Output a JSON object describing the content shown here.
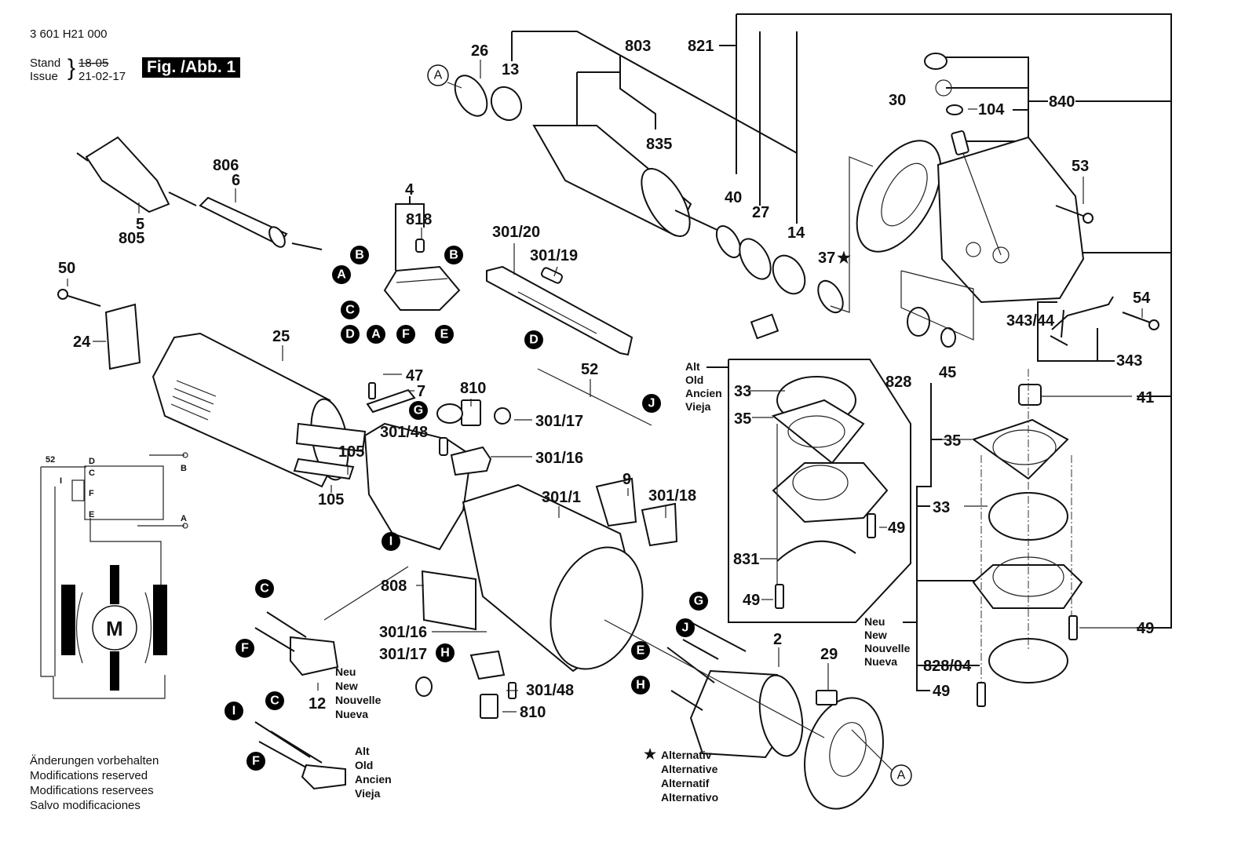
{
  "header": {
    "part_number": "3 601 H21 000",
    "stand_label": "Stand",
    "issue_label": "Issue",
    "stand_old_date": "18-05",
    "issue_date": "21-02-17",
    "figure_label": "Fig. /Abb. 1"
  },
  "modifications_note": [
    "Änderungen vorbehalten",
    "Modifications reserved",
    "Modifications reservees",
    "Salvo modificaciones"
  ],
  "legend_alternative": {
    "symbol": "★",
    "lines": [
      "Alternativ",
      "Alternative",
      "Alternatif",
      "Alternativo"
    ]
  },
  "variant_labels": {
    "old": [
      "Alt",
      "Old",
      "Ancien",
      "Vieja"
    ],
    "new": [
      "Neu",
      "New",
      "Nouvelle",
      "Nueva"
    ]
  },
  "connector_bubbles": [
    "A",
    "B",
    "C",
    "D",
    "E",
    "F",
    "G",
    "H",
    "I",
    "J"
  ],
  "part_labels": {
    "p26": "26",
    "p13": "13",
    "p803": "803",
    "p835": "835",
    "p821": "821",
    "p40": "40",
    "p27": "27",
    "p14": "14",
    "p37": "37",
    "p37_star": "★",
    "p30": "30",
    "p840": "840",
    "p104": "104",
    "p53": "53",
    "p54": "54",
    "p343_44": "343/44",
    "p343": "343",
    "p828": "828",
    "p45": "45",
    "p41": "41",
    "p35": "35",
    "p33": "33",
    "p49": "49",
    "p828_04": "828/04",
    "p831": "831",
    "p806": "806",
    "p6": "6",
    "p5": "5",
    "p805": "805",
    "p50": "50",
    "p24": "24",
    "p4": "4",
    "p818": "818",
    "p301_20": "301/20",
    "p301_19": "301/19",
    "p25": "25",
    "p47": "47",
    "p7": "7",
    "p810": "810",
    "p301_17": "301/17",
    "p301_48": "301/48",
    "p301_16": "301/16",
    "p52": "52",
    "p105": "105",
    "p9": "9",
    "p301_1": "301/1",
    "p301_18": "301/18",
    "p808": "808",
    "p12": "12",
    "p2": "2",
    "p29": "29"
  },
  "wiring_diagram": {
    "wire_label": "52",
    "terminals": [
      "D",
      "C",
      "I",
      "F",
      "E"
    ],
    "outputs": [
      "B",
      "A"
    ],
    "motor_label": "M"
  }
}
